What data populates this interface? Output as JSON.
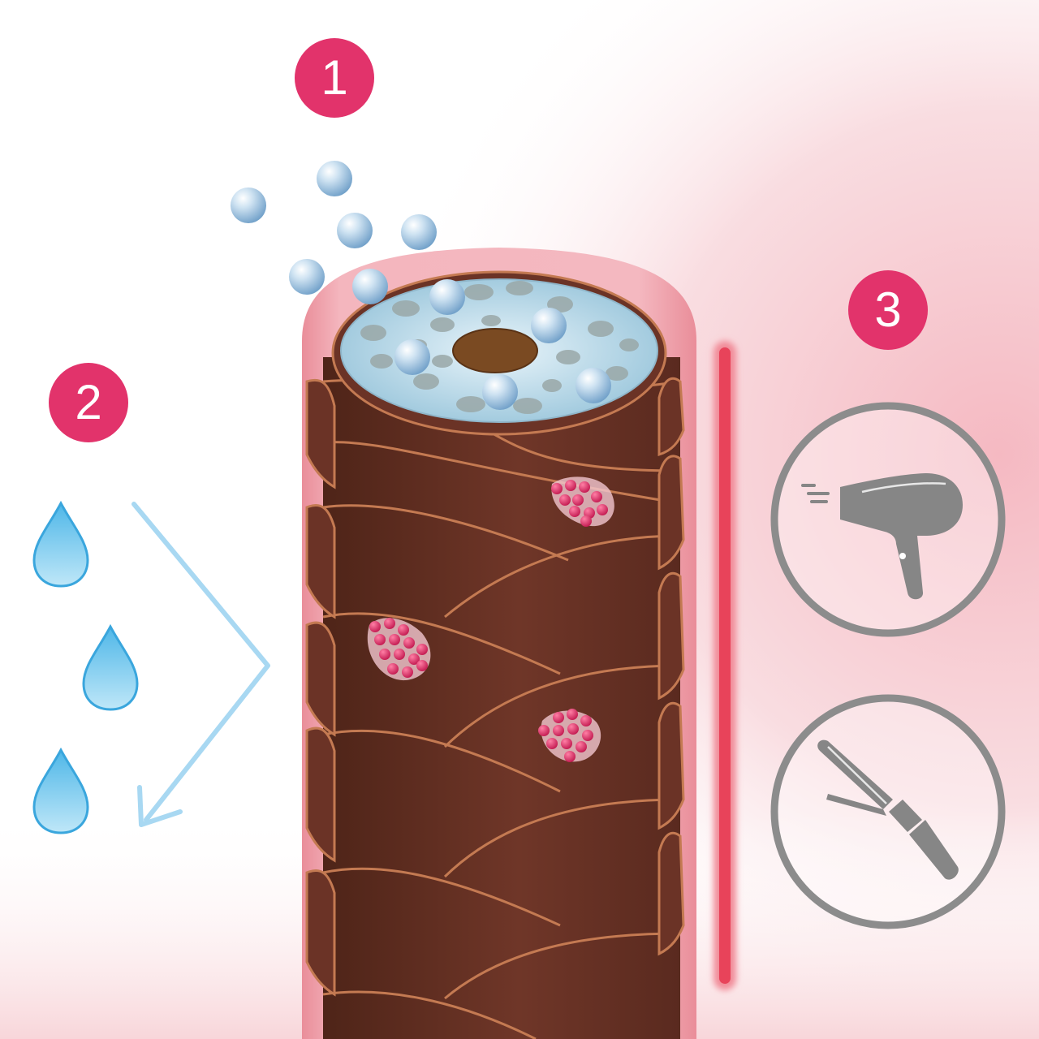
{
  "steps": [
    {
      "number": "1",
      "topic": "nourishing-beads"
    },
    {
      "number": "2",
      "topic": "moisture-drops"
    },
    {
      "number": "3",
      "topic": "heat-styling-tools"
    }
  ],
  "tools": [
    {
      "icon": "hair-dryer-icon"
    },
    {
      "icon": "curling-iron-icon"
    }
  ],
  "colors": {
    "badge": "#e2336b",
    "hair_shaft": "#6b3326",
    "hair_outline": "#c47a52",
    "heat_line": "#e8435a",
    "water": "#8fd3f0",
    "tool_icon": "#888888",
    "cortex": "#bcd9e6",
    "medulla": "#7a4a22"
  }
}
